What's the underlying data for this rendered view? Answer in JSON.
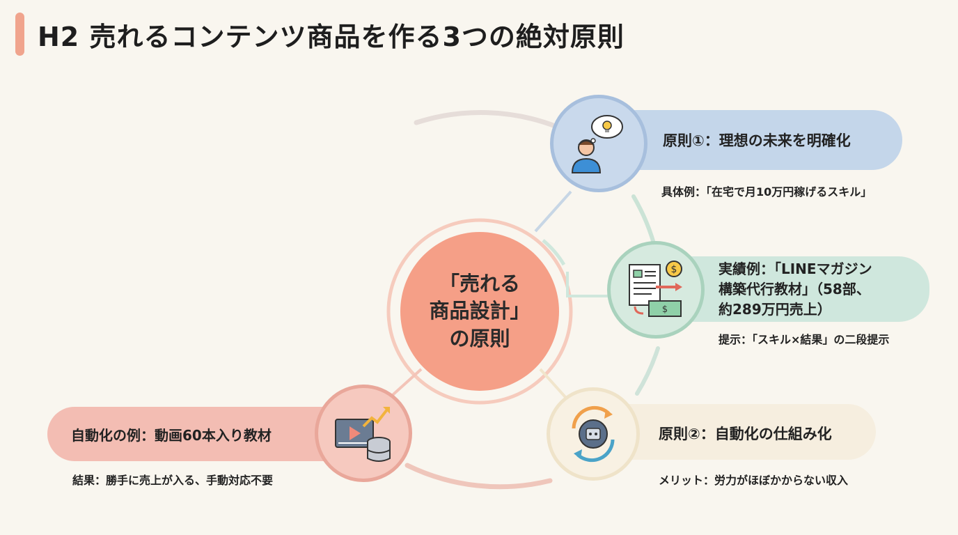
{
  "title": "H2 売れるコンテンツ商品を作る3つの絶対原則",
  "hub": {
    "label": "「売れる\n商品設計」\nの原則"
  },
  "nodes": {
    "future": {
      "heading": "原則①：理想の未来を明確化",
      "detail": "具体例：「在宅で月10万円稼げるスキル」",
      "icon": "person-thinking-lightbulb-icon",
      "color": "#c4d6ea"
    },
    "record": {
      "heading_lines": [
        "実績例：「LINEマガジン",
        "構築代行教材」（58部、",
        "約289万円売上）"
      ],
      "detail": "提示：「スキル×結果」の二段提示",
      "icon": "document-money-exchange-icon",
      "color": "#cfe7dd"
    },
    "automation": {
      "heading": "原則②：自動化の仕組み化",
      "detail": "メリット：労力がほぼかからない収入",
      "icon": "robot-gear-cycle-icon",
      "color": "#f6eedf"
    },
    "example": {
      "heading": "自動化の例：動画60本入り教材",
      "detail": "結果：勝手に売上が入る、手動対応不要",
      "icon": "video-database-growth-icon",
      "color": "#f3bdb3"
    }
  }
}
